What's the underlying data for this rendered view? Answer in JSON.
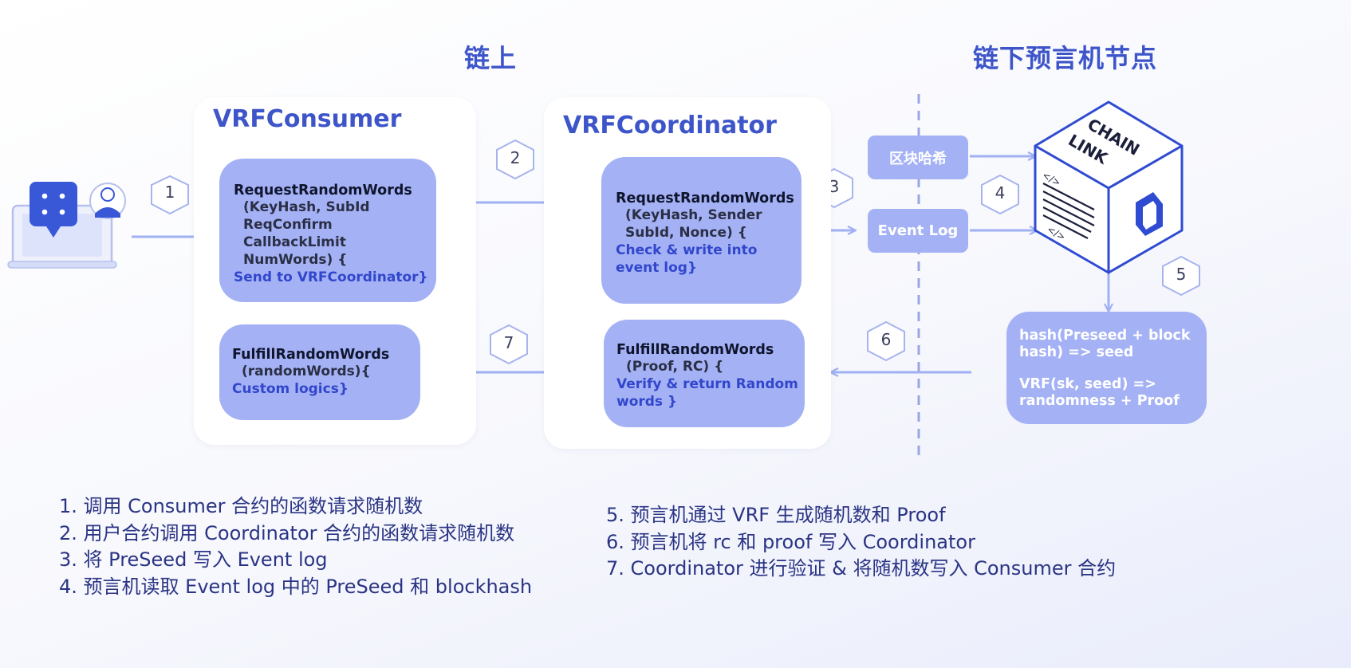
{
  "headings": {
    "onchain": "链上",
    "offchain": "链下预言机节点"
  },
  "consumer": {
    "title": "VRFConsumer",
    "request": {
      "name": "RequestRandomWords",
      "args": [
        "(KeyHash, SubId",
        "ReqConfirm",
        "CallbackLimit",
        "NumWords) {"
      ],
      "body": "Send to VRFCoordinator}"
    },
    "fulfill": {
      "name": "FulfillRandomWords",
      "args": [
        "(randomWords){"
      ],
      "body": "Custom logics}"
    }
  },
  "coordinator": {
    "title": "VRFCoordinator",
    "request": {
      "name": "RequestRandomWords",
      "args": [
        "(KeyHash, Sender",
        "SubId, Nonce) {"
      ],
      "body": [
        "Check & write into",
        "event log}"
      ]
    },
    "fulfill": {
      "name": "FulfillRandomWords",
      "args": [
        "(Proof, RC) {"
      ],
      "body": [
        "Verify & return Random",
        "words }"
      ]
    }
  },
  "offchain_chips": {
    "block_hash": "区块哈希",
    "event_log": "Event Log"
  },
  "chainlink_logo": {
    "line1": "CHAIN",
    "line2": "LINK",
    "glyph_left": "</>",
    "glyph_right": "</>"
  },
  "oracle_output": {
    "line1": "hash(Preseed + block",
    "line2": "hash) => seed",
    "line3": "VRF(sk, seed) =>",
    "line4": "randomness + Proof"
  },
  "steps": [
    "1",
    "2",
    "3",
    "4",
    "5",
    "6",
    "7"
  ],
  "notes_left": [
    "1. 调用 Consumer 合约的函数请求随机数",
    "2. 用户合约调用 Coordinator 合约的函数请求随机数",
    "3. 将 PreSeed 写入 Event log",
    "4. 预言机读取 Event log 中的 PreSeed 和 blockhash"
  ],
  "notes_right": [
    "5. 预言机通过 VRF 生成随机数和 Proof",
    "6. 预言机将 rc 和 proof 写入 Coordinator",
    "7. Coordinator 进行验证 & 将随机数写入 Consumer 合约"
  ],
  "colors": {
    "accent": "#3d55c9",
    "box": "#a4b2f5",
    "arrow": "#9fb0f3",
    "body_text": "#3246cc"
  }
}
